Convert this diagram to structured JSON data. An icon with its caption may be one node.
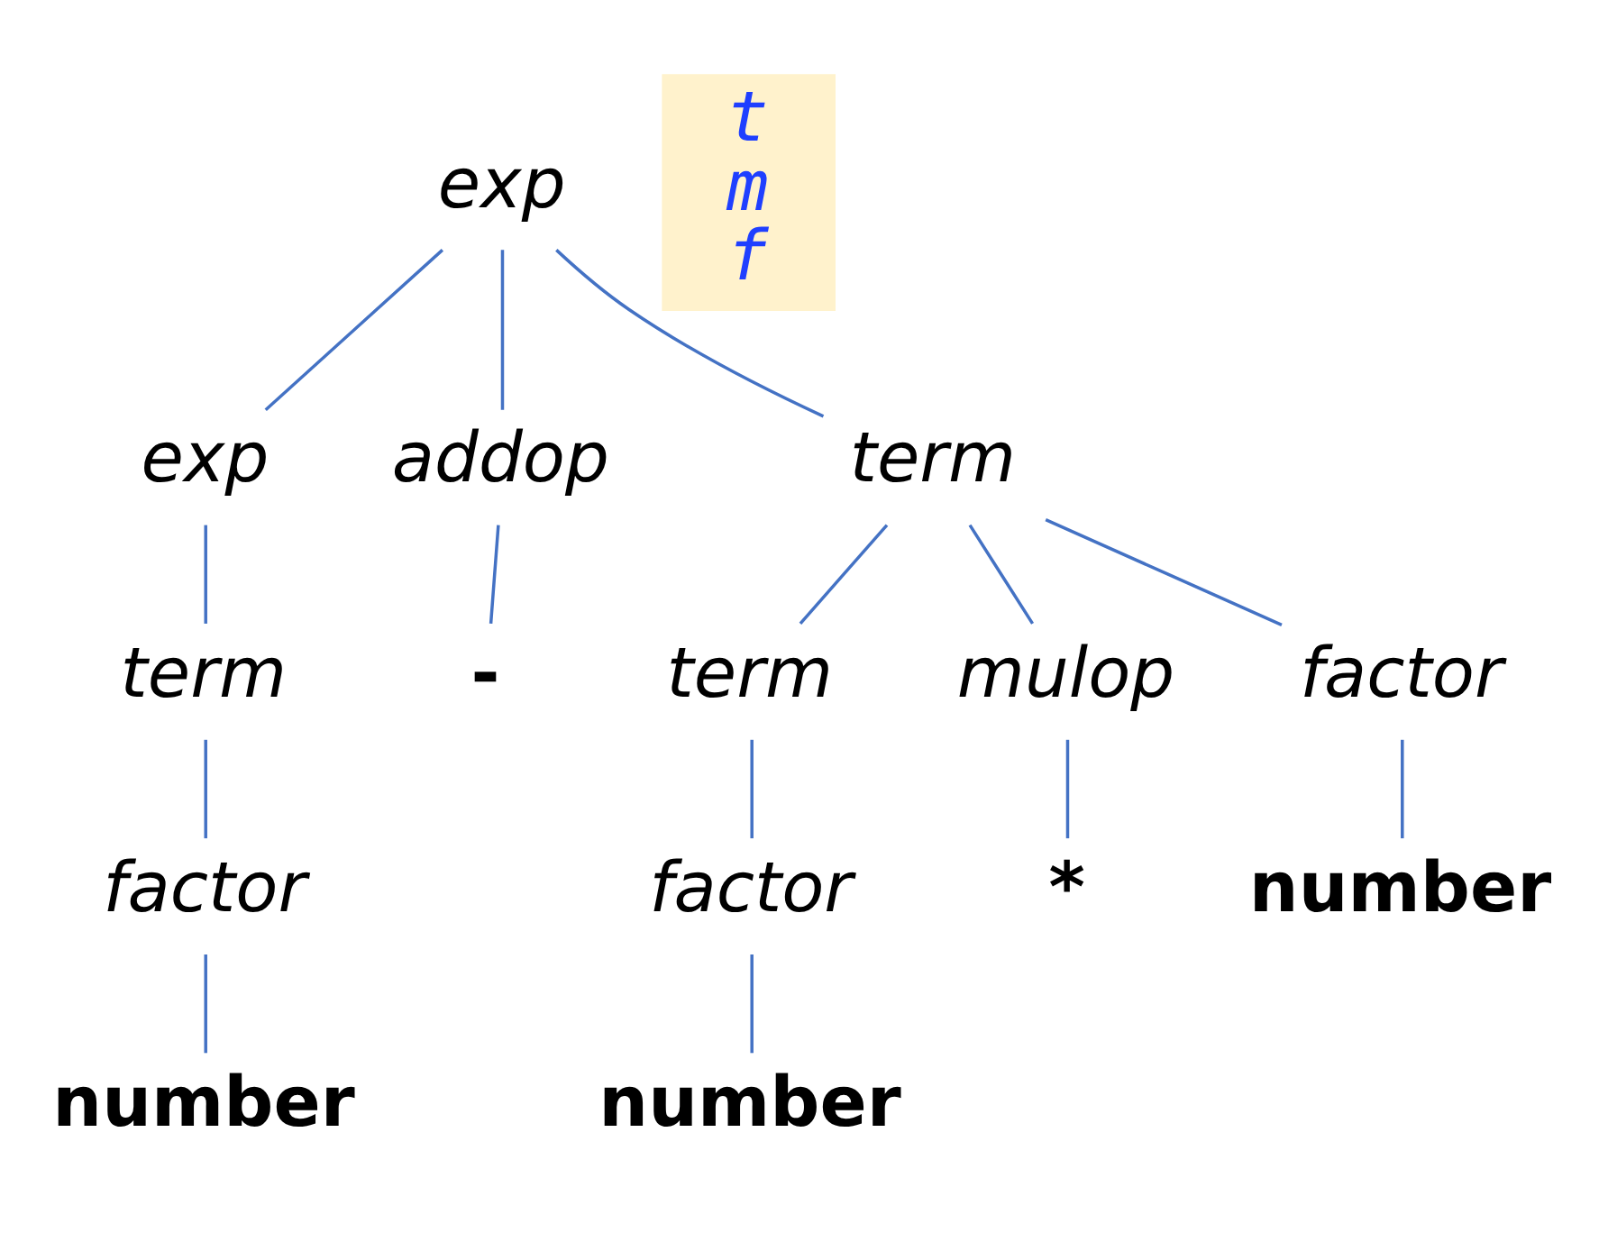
{
  "diagram": {
    "nodes": [
      {
        "text": [
          "exp"
        ]
      },
      {
        "text": [
          "exp"
        ]
      },
      {
        "text": [
          "addop"
        ]
      },
      {
        "text": [
          "term"
        ]
      },
      {
        "text": [
          "term"
        ]
      },
      {
        "text": [
          "-"
        ]
      },
      {
        "text": [
          "term"
        ]
      },
      {
        "text": [
          "mulop"
        ]
      },
      {
        "text": [
          "factor"
        ]
      },
      {
        "text": [
          "factor"
        ]
      },
      {
        "text": [
          "factor"
        ]
      },
      {
        "text": [
          "*"
        ]
      },
      {
        "text": [
          "number"
        ]
      },
      {
        "text": [
          "number"
        ]
      },
      {
        "text": [
          "number"
        ]
      },
      {
        "text": [
          "t",
          "m",
          "f"
        ]
      }
    ],
    "edges": [
      {
        "from": 0,
        "to": 1,
        "arrow": "none"
      },
      {
        "from": 0,
        "to": 2,
        "arrow": "none"
      },
      {
        "from": 0,
        "to": 3,
        "arrow": "none"
      },
      {
        "from": 1,
        "to": 4,
        "arrow": "none"
      },
      {
        "from": 2,
        "to": 5,
        "arrow": "none"
      },
      {
        "from": 3,
        "to": 6,
        "arrow": "none"
      },
      {
        "from": 3,
        "to": 7,
        "arrow": "none"
      },
      {
        "from": 3,
        "to": 8,
        "arrow": "none"
      },
      {
        "from": 4,
        "to": 9,
        "arrow": "none"
      },
      {
        "from": 6,
        "to": 10,
        "arrow": "none"
      },
      {
        "from": 7,
        "to": 11,
        "arrow": "none"
      },
      {
        "from": 8,
        "to": 12,
        "arrow": "none"
      },
      {
        "from": 9,
        "to": 13,
        "arrow": "none"
      },
      {
        "from": 10,
        "to": 14,
        "arrow": "none"
      }
    ]
  }
}
